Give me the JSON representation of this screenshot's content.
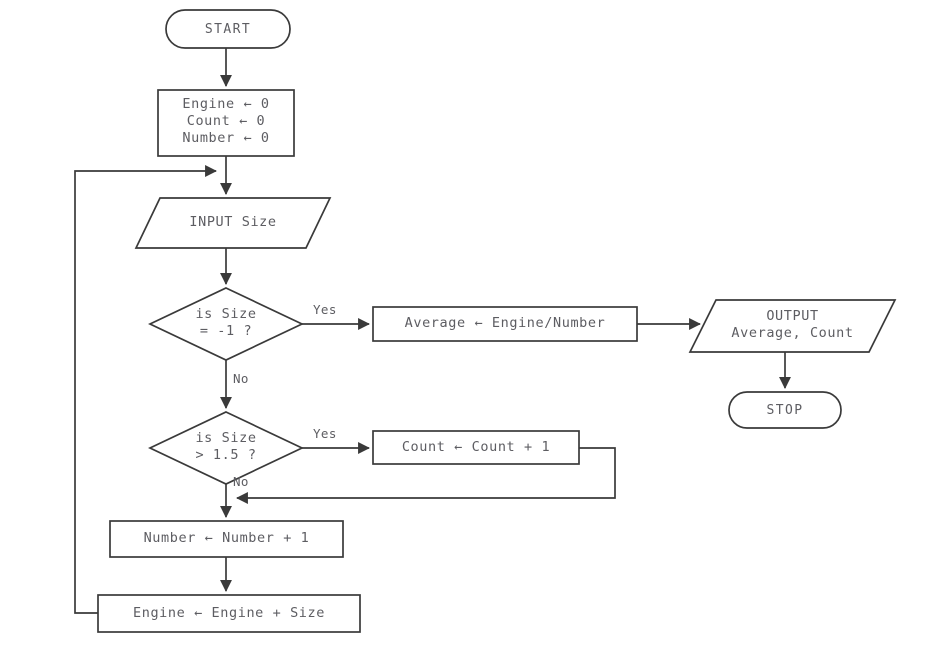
{
  "diagram": {
    "title": "Flowchart: average engine size with count of large engines",
    "type": "flowchart",
    "background_color": "#ffffff",
    "line_color": "#3a3a3a",
    "text_color": "#5d5d62"
  },
  "nodes": {
    "start": {
      "label": "START",
      "shape": "terminator"
    },
    "init": {
      "label": "Engine ← 0\nCount ← 0\nNumber ← 0",
      "shape": "process"
    },
    "input_size": {
      "label": "INPUT Size",
      "shape": "input-output"
    },
    "decision_minus_one": {
      "label": "is Size\n= -1 ?",
      "shape": "decision"
    },
    "average": {
      "label": "Average ← Engine/Number",
      "shape": "process"
    },
    "output": {
      "label": "OUTPUT\nAverage, Count",
      "shape": "input-output"
    },
    "stop": {
      "label": "STOP",
      "shape": "terminator"
    },
    "decision_gt_one_five": {
      "label": "is Size\n> 1.5 ?",
      "shape": "decision"
    },
    "count_increment": {
      "label": "Count ← Count + 1",
      "shape": "process"
    },
    "number_increment": {
      "label": "Number ← Number + 1",
      "shape": "process"
    },
    "engine_accumulate": {
      "label": "Engine ← Engine + Size",
      "shape": "process"
    }
  },
  "edge_labels": {
    "yes_minus_one": "Yes",
    "no_minus_one": "No",
    "yes_gt_one_five": "Yes",
    "no_gt_one_five": "No"
  }
}
